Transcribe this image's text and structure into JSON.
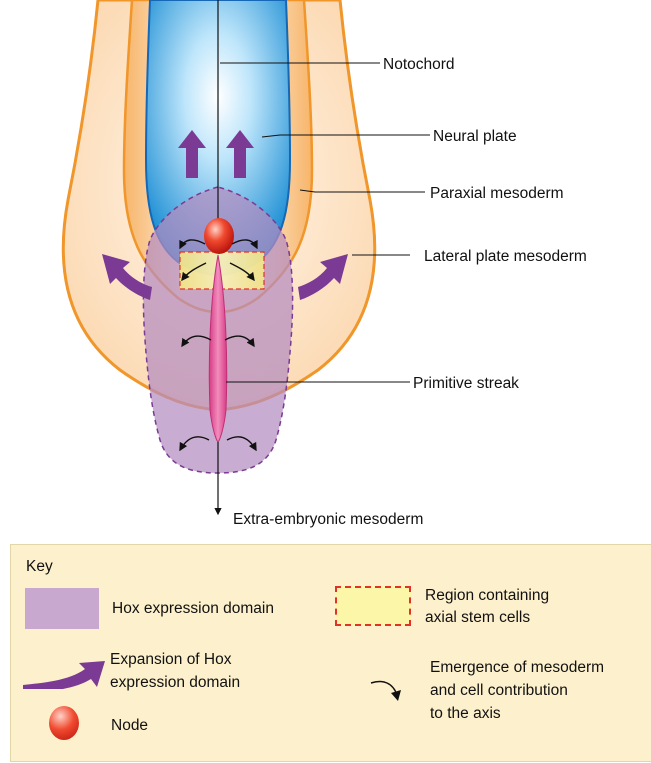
{
  "labels": {
    "notochord": "Notochord",
    "neural_plate": "Neural plate",
    "paraxial_mesoderm": "Paraxial mesoderm",
    "lateral_plate_mesoderm": "Lateral plate mesoderm",
    "primitive_streak": "Primitive streak",
    "extra_embryonic_mesoderm": "Extra-embryonic mesoderm"
  },
  "key": {
    "title": "Key",
    "hox_domain": "Hox expression domain",
    "region_line1": "Region containing",
    "region_line2": "axial stem cells",
    "expansion_line1": "Expansion of Hox",
    "expansion_line2": "expression domain",
    "emergence_line1": "Emergence of mesoderm",
    "emergence_line2": "and cell contribution",
    "emergence_line3": "to the axis",
    "node": "Node"
  },
  "colors": {
    "lateral_fill": "#fde3c8",
    "outline_orange": "#f0962a",
    "neural_blue": "#2196d8",
    "hox_purple": "#b48cbf",
    "arrow_purple": "#7b3a94",
    "streak_pink": "#e55c9c",
    "node_red": "#e8221c",
    "stem_yellow": "#f5ec7a",
    "stem_border": "#e0322a",
    "key_bg": "#fdf0cc"
  }
}
